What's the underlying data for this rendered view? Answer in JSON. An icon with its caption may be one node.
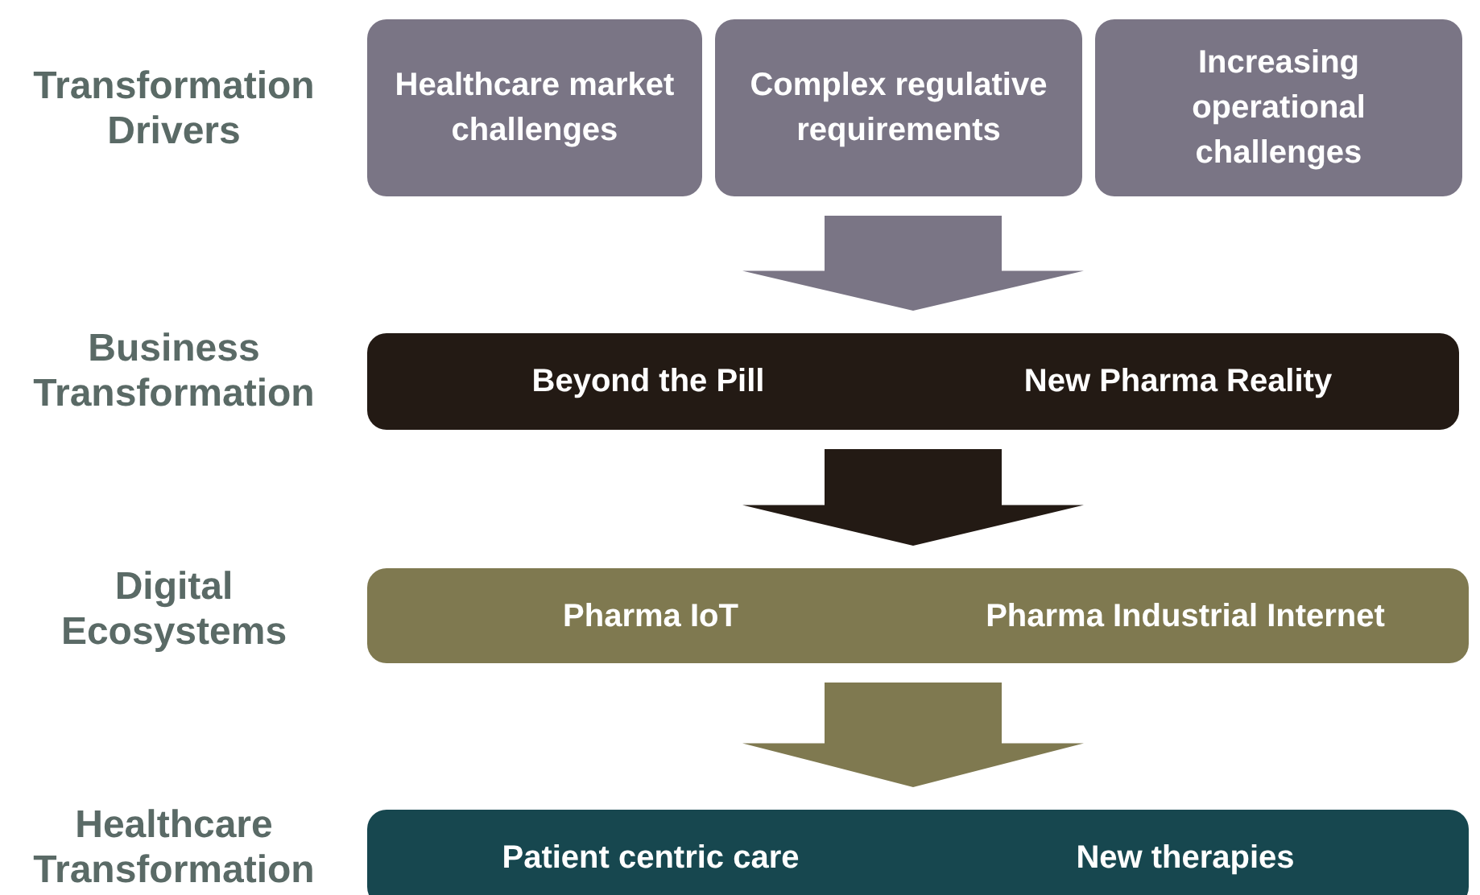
{
  "diagram": {
    "nodes": [
      {
        "text": [
          "Healthcare market challenges"
        ]
      },
      {
        "text": [
          "Complex regulative requirements"
        ]
      },
      {
        "text": [
          "Increasing operational challenges"
        ]
      },
      {
        "text": [
          "Beyond the Pill",
          "New Pharma Reality"
        ]
      },
      {
        "text": [
          "Pharma IoT",
          "Pharma Industrial Internet"
        ]
      },
      {
        "text": [
          "Patient centric care",
          "New therapies"
        ]
      }
    ],
    "edges": [
      {
        "from": 1,
        "to": 3,
        "arrow": "to",
        "color": "#7a7585"
      },
      {
        "from": 3,
        "to": 4,
        "arrow": "to",
        "color": "#231a14"
      },
      {
        "from": 4,
        "to": 5,
        "arrow": "to",
        "color": "#7f7950"
      }
    ],
    "labels": [
      "Transformation Drivers",
      "Business Transformation",
      "Digital Ecosystems",
      "Healthcare Transformation"
    ]
  }
}
